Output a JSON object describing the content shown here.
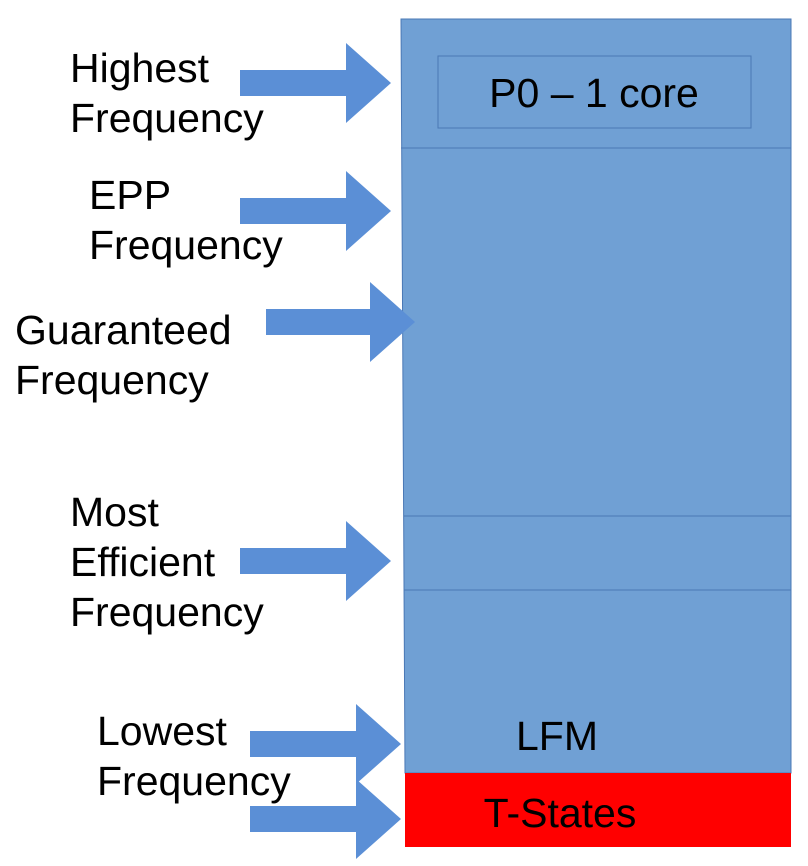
{
  "labels": {
    "highest": [
      "Highest",
      "Frequency"
    ],
    "epp": [
      "EPP",
      "Frequency"
    ],
    "guaranteed": [
      "Guaranteed",
      "Frequency"
    ],
    "most_efficient": [
      "Most",
      "Efficient",
      "Frequency"
    ],
    "lowest": [
      "Lowest",
      "Frequency"
    ]
  },
  "bar": {
    "p0_label": "P0 – 1 core",
    "lfm_label": "LFM",
    "tstates_label": "T-States"
  },
  "colors": {
    "bar_fill": "#70a0d4",
    "bar_stroke": "#4a78b5",
    "arrow_fill": "#5b8fd6",
    "tstates_fill": "#ff0000",
    "text": "#000000"
  }
}
